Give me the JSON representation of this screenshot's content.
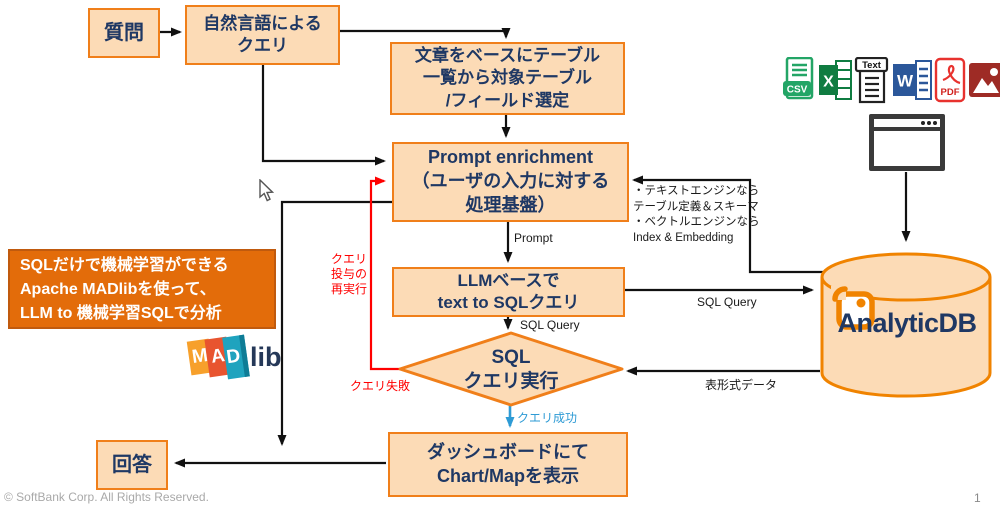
{
  "slide": {
    "footer": "© SoftBank Corp. All Rights Reserved.",
    "page_number": "1"
  },
  "callout": {
    "lines": [
      "SQLだけで機械学習ができる",
      "Apache MADlibを使って、",
      "LLM to 機械学習SQLで分析"
    ]
  },
  "madlib": {
    "letters": [
      "M",
      "A",
      "D"
    ],
    "suffix": "lib"
  },
  "nodes": {
    "question": {
      "label": "質問"
    },
    "nl_query": {
      "lines": [
        "自然言語による",
        "クエリ"
      ]
    },
    "table_field_selection": {
      "lines": [
        "文章をベースにテーブル",
        "一覧から対象テーブル",
        "/フィールド選定"
      ]
    },
    "prompt_enrichment": {
      "lines": [
        "Prompt enrichment",
        "（ユーザの入力に対する",
        "処理基盤）"
      ]
    },
    "llm_text_to_sql": {
      "lines": [
        "LLMベースで",
        "text to SQLクエリ"
      ]
    },
    "sql_execution": {
      "lines": [
        "SQL",
        "クエリ実行"
      ]
    },
    "dashboard": {
      "lines": [
        "ダッシュボードにて",
        "Chart/Mapを表示"
      ]
    },
    "answer": {
      "label": "回答"
    },
    "analyticdb": {
      "label": "AnalyticDB"
    }
  },
  "edge_labels": {
    "prompt": "Prompt",
    "sql_query_down": "SQL Query",
    "sql_query_right": "SQL Query",
    "tabular_data": "表形式データ",
    "query_success": "クエリ成功",
    "query_failure": "クエリ失敗",
    "query_retry_lines": [
      "クエリ",
      "投与の",
      "再実行"
    ],
    "engine_note_lines": [
      "・テキストエンジンなら",
      "テーブル定義＆スキーマ",
      "・ベクトルエンジンなら",
      "Index & Embedding"
    ]
  },
  "file_icons": {
    "csv_label": "CSV",
    "excel_letter": "X",
    "text_label": "Text",
    "word_letter": "W",
    "pdf_label": "PDF"
  },
  "colors": {
    "node_fill": "#FCDBB6",
    "node_border": "#F07F1A",
    "node_text": "#1F3864",
    "callout_fill": "#E36C0A",
    "fail_red": "#FF0000",
    "success_blue": "#2E9BD5"
  }
}
